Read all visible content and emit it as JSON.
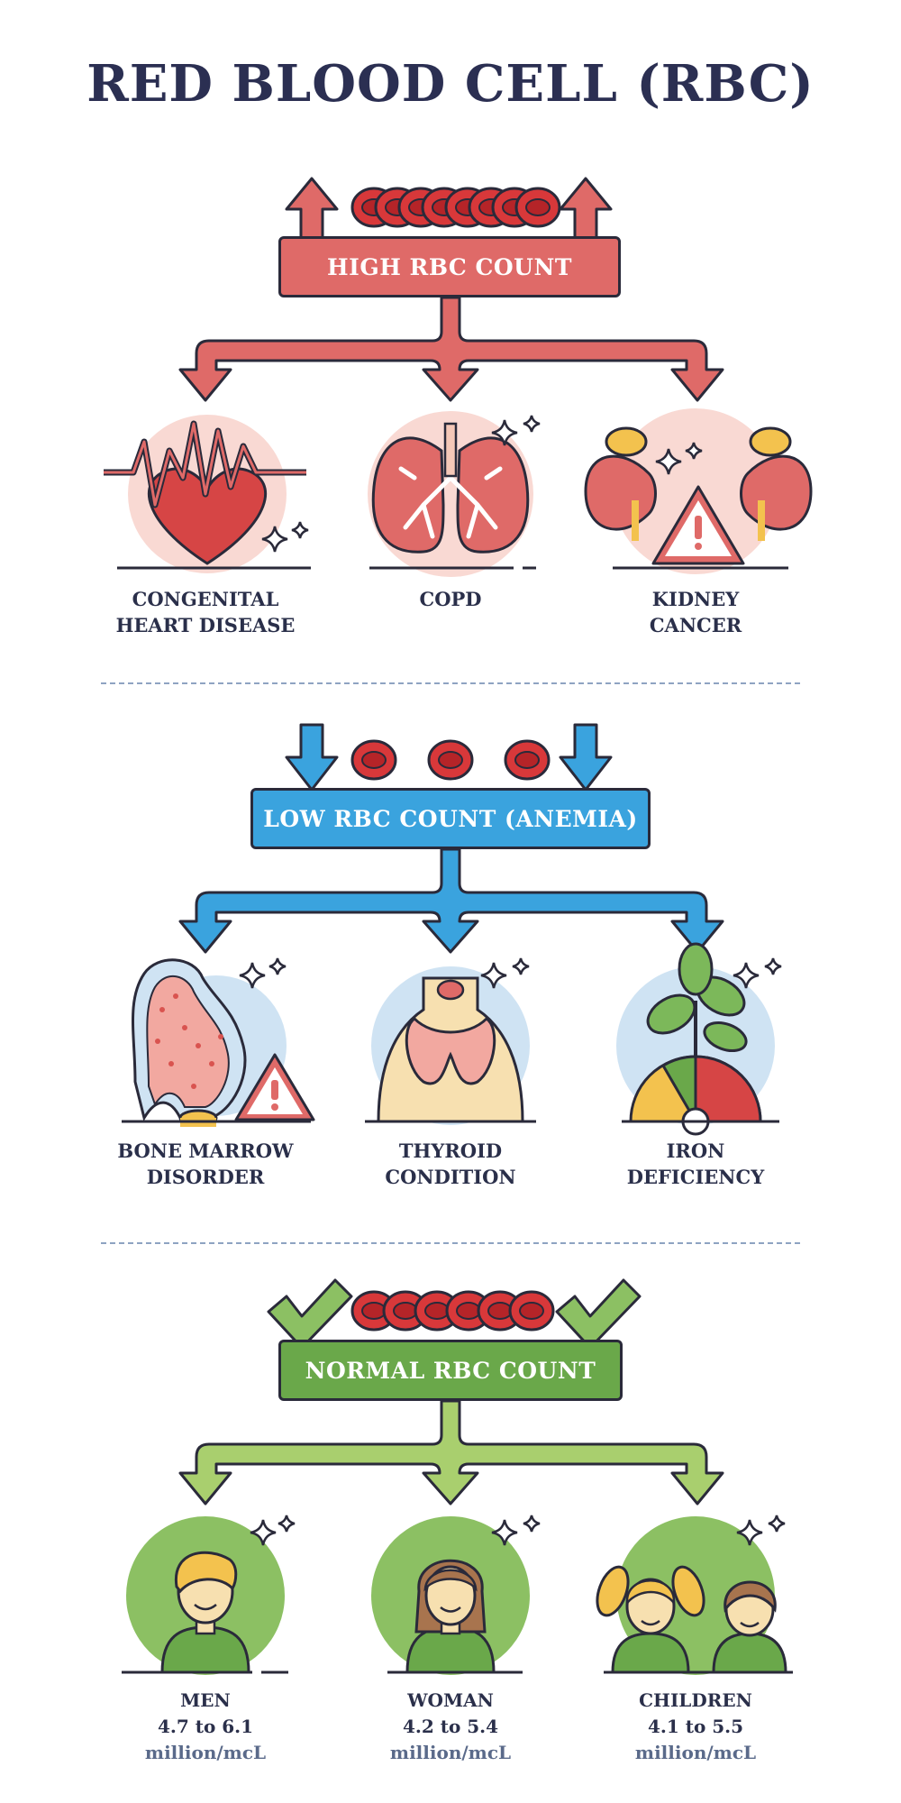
{
  "title": "RED BLOOD CELL (RBC)",
  "sections": {
    "high": {
      "label": "HIGH RBC COUNT",
      "color": "#df6a68",
      "items": [
        {
          "line1": "CONGENITAL",
          "line2": "HEART DISEASE",
          "icon": "heart-ecg-icon"
        },
        {
          "line1": "COPD",
          "line2": "",
          "icon": "lungs-icon"
        },
        {
          "line1": "KIDNEY",
          "line2": "CANCER",
          "icon": "kidneys-warning-icon"
        }
      ]
    },
    "low": {
      "label": "LOW RBC COUNT (ANEMIA)",
      "color": "#3aa3de",
      "items": [
        {
          "line1": "BONE MARROW",
          "line2": "DISORDER",
          "icon": "bone-warning-icon"
        },
        {
          "line1": "THYROID",
          "line2": "CONDITION",
          "icon": "thyroid-icon"
        },
        {
          "line1": "IRON",
          "line2": "DEFICIENCY",
          "icon": "plant-gauge-icon"
        }
      ]
    },
    "normal": {
      "label": "NORMAL RBC COUNT",
      "color": "#6aa84a",
      "items": [
        {
          "line1": "MEN",
          "range": "4.7 to 6.1",
          "unit": "million/mcL",
          "icon": "man-avatar-icon"
        },
        {
          "line1": "WOMAN",
          "range": "4.2 to 5.4",
          "unit": "million/mcL",
          "icon": "woman-avatar-icon"
        },
        {
          "line1": "CHILDREN",
          "range": "4.1 to 5.5",
          "unit": "million/mcL",
          "icon": "children-avatar-icon"
        }
      ]
    }
  }
}
